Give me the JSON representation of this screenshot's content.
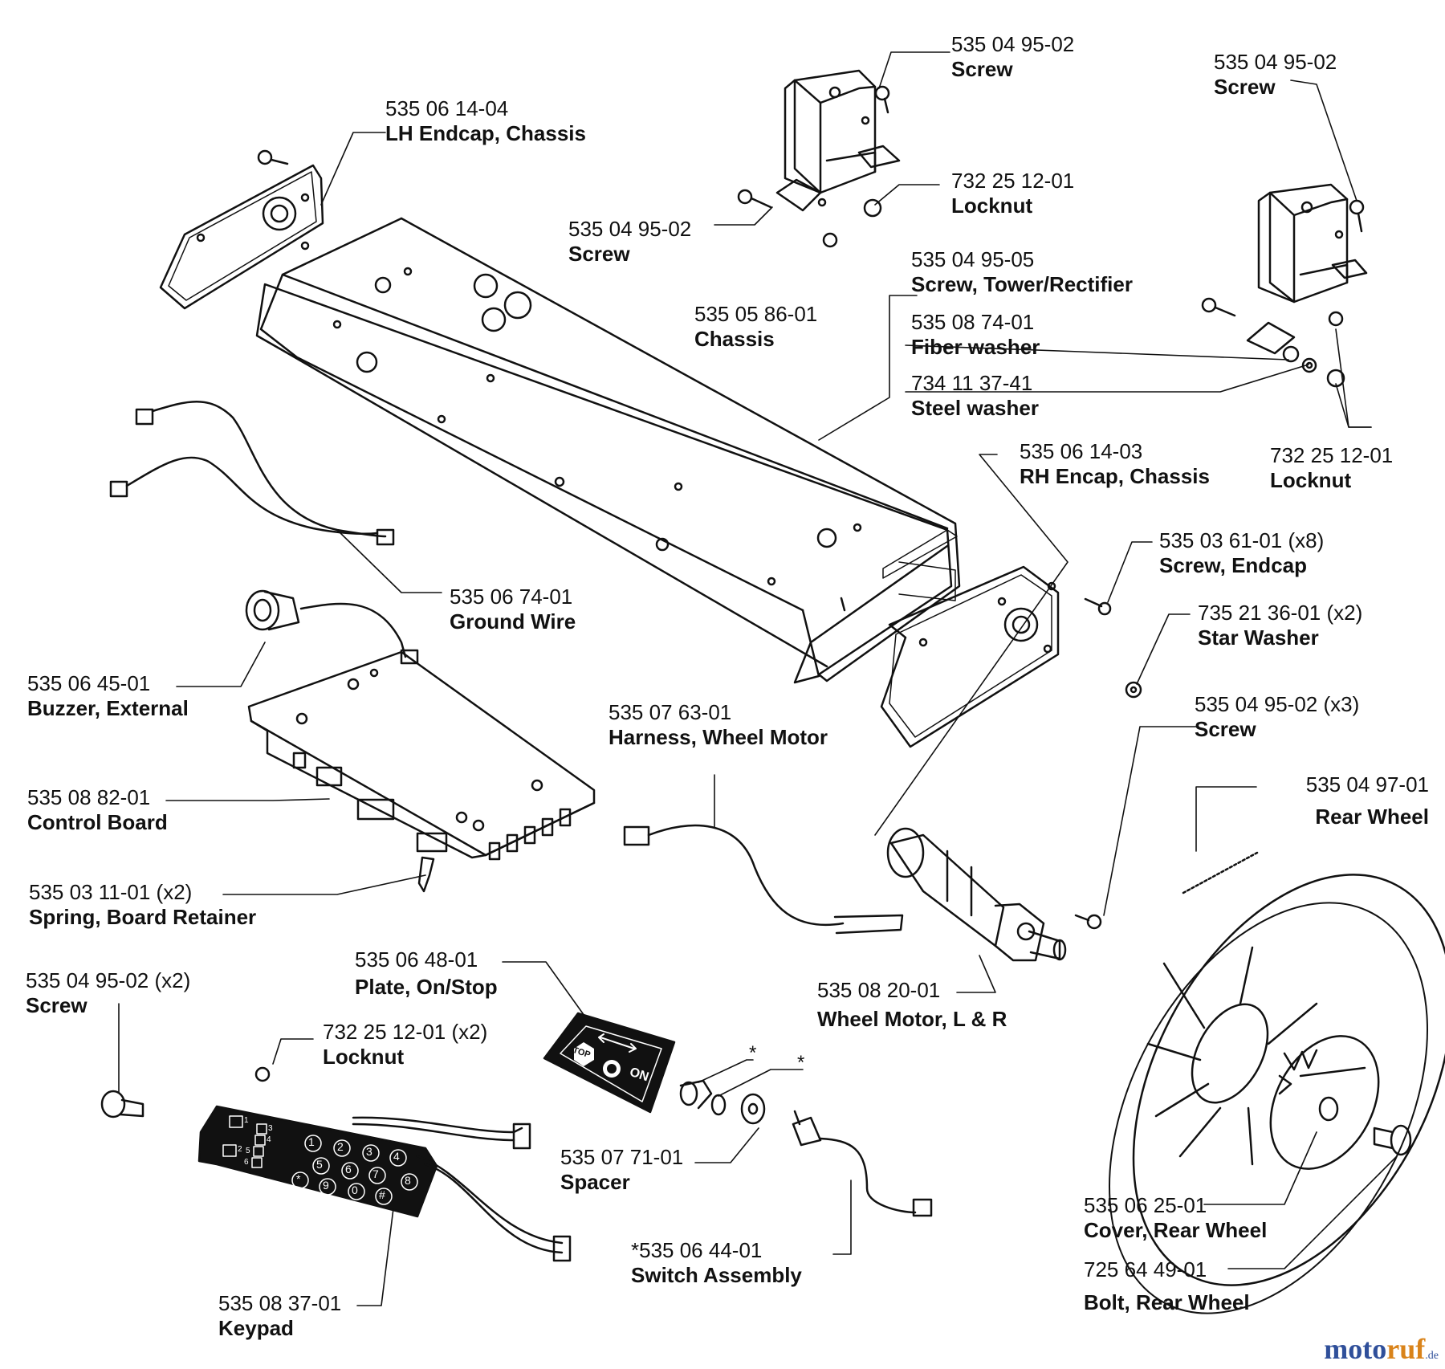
{
  "labels": [
    {
      "id": "lh-endcap",
      "num": "535 06 14-04",
      "name": "LH Endcap, Chassis"
    },
    {
      "id": "screw-top-center",
      "num": "535 04 95-02",
      "name": "Screw"
    },
    {
      "id": "screw-top-right",
      "num": "535 04 95-02",
      "name": "Screw"
    },
    {
      "id": "screw-tower-left",
      "num": "535 04 95-02",
      "name": "Screw"
    },
    {
      "id": "locknut-top",
      "num": "732 25 12-01",
      "name": "Locknut"
    },
    {
      "id": "screw-tower-rectifier",
      "num": "535 04 95-05",
      "name": "Screw, Tower/Rectifier"
    },
    {
      "id": "chassis",
      "num": "535 05 86-01",
      "name": "Chassis"
    },
    {
      "id": "fiber-washer",
      "num": "535 08 74-01",
      "name": "Fiber washer"
    },
    {
      "id": "steel-washer",
      "num": "734 11 37-41",
      "name": "Steel washer"
    },
    {
      "id": "locknut-right",
      "num": "732 25 12-01",
      "name": "Locknut"
    },
    {
      "id": "rh-endcap",
      "num": "535 06 14-03",
      "name": "RH Encap, Chassis"
    },
    {
      "id": "screw-endcap",
      "num": "535 03 61-01 (x8)",
      "name": "Screw, Endcap"
    },
    {
      "id": "ground-wire",
      "num": "535 06 74-01",
      "name": "Ground Wire"
    },
    {
      "id": "star-washer",
      "num": "735 21 36-01 (x2)",
      "name": "Star Washer"
    },
    {
      "id": "buzzer",
      "num": "535 06 45-01",
      "name": "Buzzer, External"
    },
    {
      "id": "harness",
      "num": "535 07 63-01",
      "name": "Harness, Wheel Motor"
    },
    {
      "id": "screw-x3",
      "num": "535 04 95-02 (x3)",
      "name": "Screw"
    },
    {
      "id": "control-board",
      "num": "535 08 82-01",
      "name": "Control Board"
    },
    {
      "id": "rear-wheel",
      "num": "535 04 97-01",
      "name": "Rear Wheel"
    },
    {
      "id": "spring",
      "num": "535 03 11-01 (x2)",
      "name": "Spring, Board Retainer"
    },
    {
      "id": "plate",
      "num": "535 06 48-01",
      "name": "Plate, On/Stop"
    },
    {
      "id": "wheel-motor",
      "num": "535 08 20-01",
      "name": "Wheel Motor, L & R"
    },
    {
      "id": "screw-x2",
      "num": "535 04 95-02 (x2)",
      "name": "Screw"
    },
    {
      "id": "locknut-x2",
      "num": "732 25 12-01 (x2)",
      "name": "Locknut"
    },
    {
      "id": "spacer",
      "num": "535 07 71-01",
      "name": "Spacer"
    },
    {
      "id": "cover-rear-wheel",
      "num": "535 06 25-01",
      "name": "Cover, Rear Wheel"
    },
    {
      "id": "switch-assembly",
      "num": "*535 06 44-01",
      "name": "Switch Assembly"
    },
    {
      "id": "bolt-rear-wheel",
      "num": "725 64 49-01",
      "name": "Bolt, Rear Wheel"
    },
    {
      "id": "keypad",
      "num": "535 08 37-01",
      "name": "Keypad"
    }
  ],
  "markers": {
    "star": "*"
  },
  "plate_text": {
    "stop": "STOP",
    "on": "ON"
  },
  "keypad_keys": [
    "1",
    "2",
    "3",
    "4",
    "5",
    "6",
    "7",
    "8",
    "9",
    "0",
    "*",
    "#"
  ],
  "keypad_side_keys": [
    "1",
    "2",
    "3",
    "4",
    "5",
    "6"
  ],
  "watermark": {
    "main1": "moto",
    "main2": "ruf",
    "suffix": ".de"
  }
}
